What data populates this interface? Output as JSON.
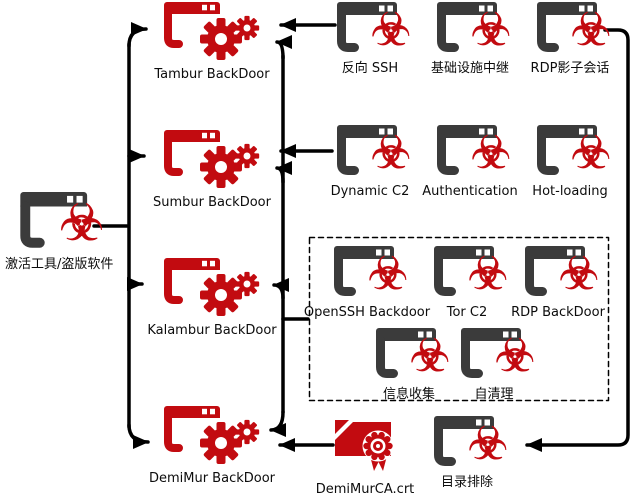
{
  "colors": {
    "accent_red": "#C20B10",
    "icon_gray": "#3B3B3B",
    "line_black": "#000000",
    "background": "#FFFFFF"
  },
  "icons": {
    "biohazard_glyph": "☣"
  },
  "source": {
    "label": "激活工具/盗版软件"
  },
  "backdoors": [
    {
      "label": "Tambur BackDoor"
    },
    {
      "label": "Sumbur BackDoor"
    },
    {
      "label": "Kalambur BackDoor"
    },
    {
      "label": "DemiMur BackDoor"
    }
  ],
  "tambur_capabilities": [
    {
      "label": "反向 SSH"
    },
    {
      "label": "基础设施中继"
    },
    {
      "label": "RDP影子会话"
    }
  ],
  "sumbur_capabilities": [
    {
      "label": "Dynamic C2"
    },
    {
      "label": "Authentication"
    },
    {
      "label": "Hot-loading"
    }
  ],
  "shared_capabilities": [
    {
      "label": "OpenSSH Backdoor"
    },
    {
      "label": "Tor C2"
    },
    {
      "label": "RDP BackDoor"
    },
    {
      "label": "信息收集"
    },
    {
      "label": "自清理"
    }
  ],
  "certificate": {
    "label": "DemiMurCA.crt"
  },
  "directory_exclusion": {
    "label": "目录排除"
  }
}
